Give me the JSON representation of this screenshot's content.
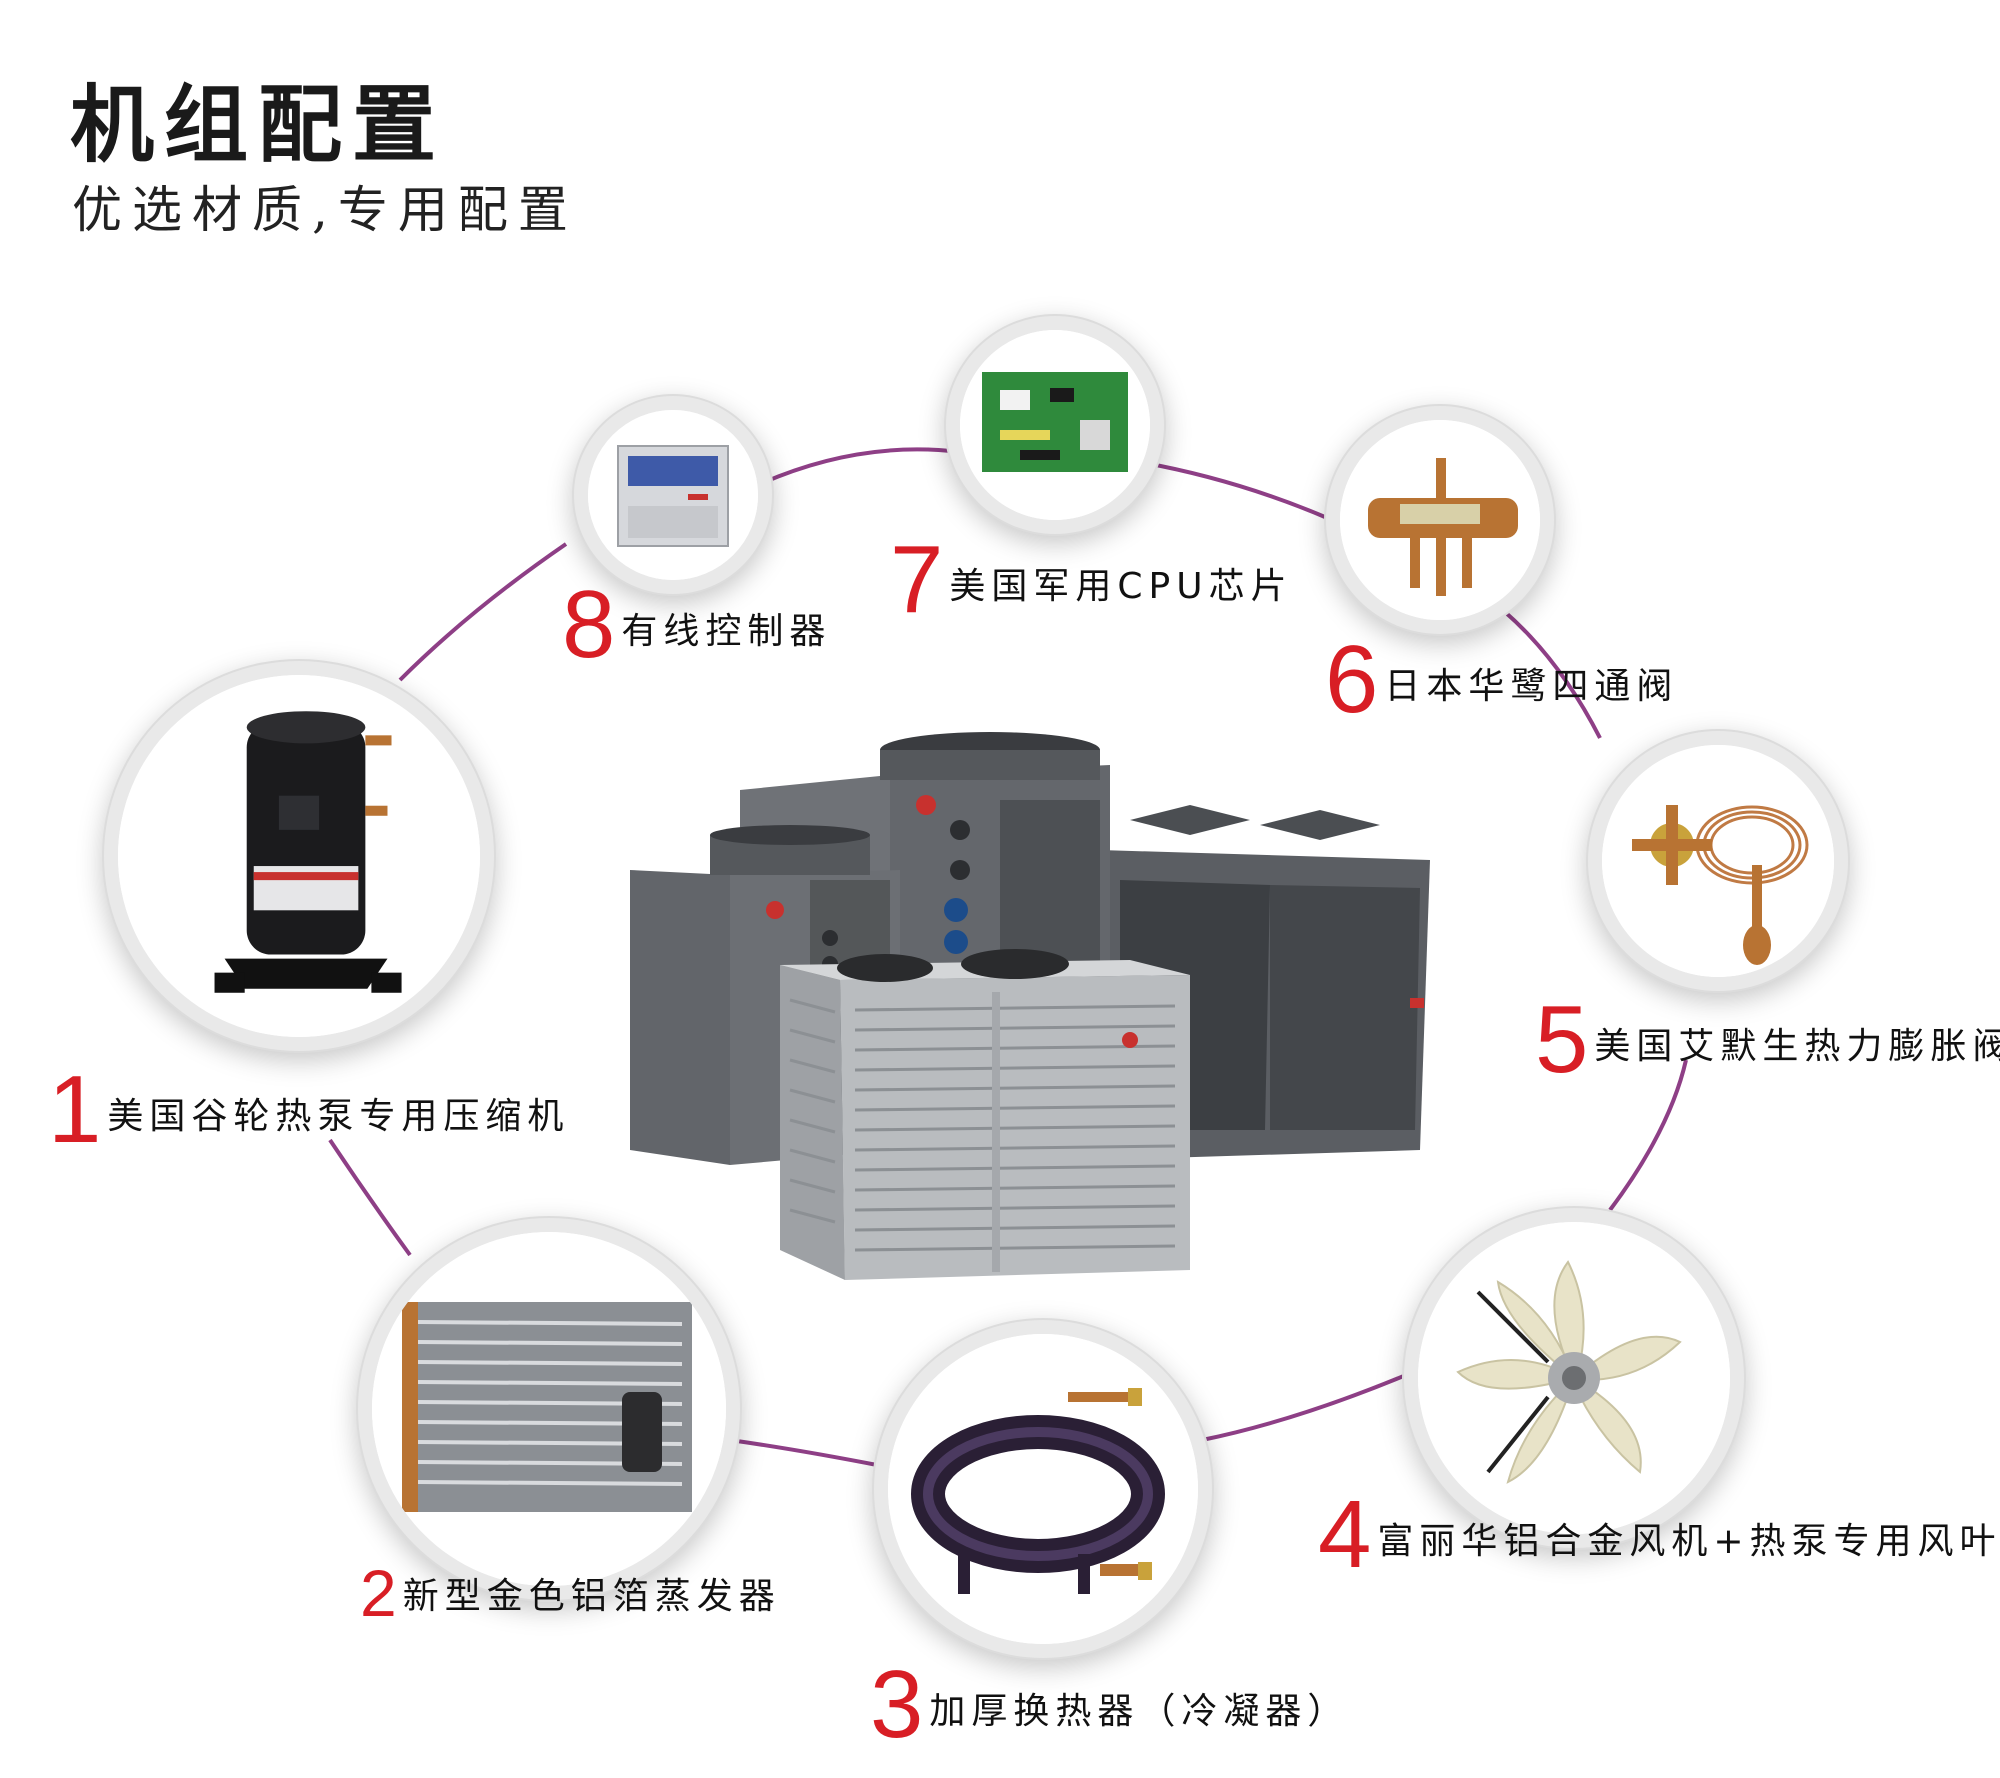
{
  "header": {
    "title": "机组配置",
    "subtitle": "优选材质,专用配置"
  },
  "components": [
    {
      "number": "1",
      "label": "美国谷轮热泵专用压缩机",
      "icon": "compressor-icon"
    },
    {
      "number": "2",
      "label": "新型金色铝箔蒸发器",
      "icon": "evaporator-icon"
    },
    {
      "number": "3",
      "label": "加厚换热器（冷凝器）",
      "icon": "heat-exchanger-icon"
    },
    {
      "number": "4",
      "label": "富丽华铝合金风机+热泵专用风叶",
      "icon": "fan-blade-icon"
    },
    {
      "number": "5",
      "label": "美国艾默生热力膨胀阀",
      "icon": "expansion-valve-icon"
    },
    {
      "number": "6",
      "label": "日本华鹭四通阀",
      "icon": "four-way-valve-icon"
    },
    {
      "number": "7",
      "label": "美国军用CPU芯片",
      "icon": "cpu-board-icon"
    },
    {
      "number": "8",
      "label": "有线控制器",
      "icon": "wired-controller-icon"
    }
  ],
  "colors": {
    "accent": "#d81e25",
    "ring_line": "#8e3f86"
  }
}
